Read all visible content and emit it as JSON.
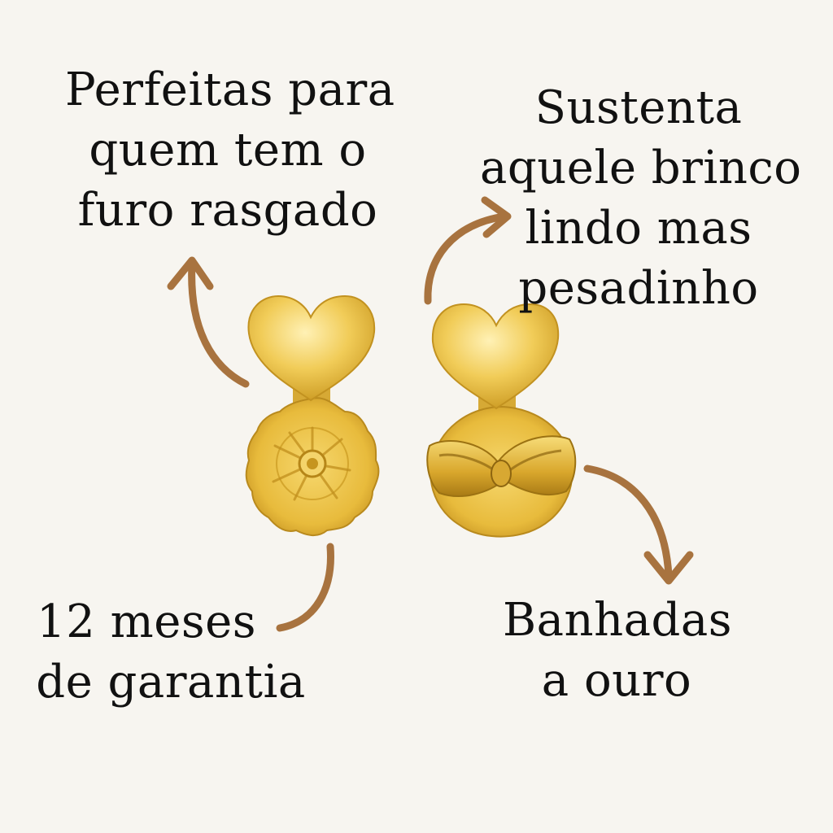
{
  "colors": {
    "background": "#f7f5f0",
    "text": "#111111",
    "arrow": "#a8733f",
    "gold_light": "#fbe48a",
    "gold_mid": "#e9bf3f",
    "gold_dark": "#b88a1c"
  },
  "captions": {
    "top_left": [
      "Perfeitas para",
      "quem tem o",
      "furo rasgado"
    ],
    "top_right": [
      "Sustenta",
      "aquele brinco",
      "lindo mas",
      "pesadinho"
    ],
    "bottom_left": [
      "12 meses",
      "de garantia"
    ],
    "bottom_right": [
      "Banhadas",
      "a ouro"
    ]
  },
  "icons": {
    "left_item": "heart-earring-back-front-icon",
    "right_item": "heart-earring-back-side-icon",
    "arrows": "curved-arrow-icon"
  }
}
